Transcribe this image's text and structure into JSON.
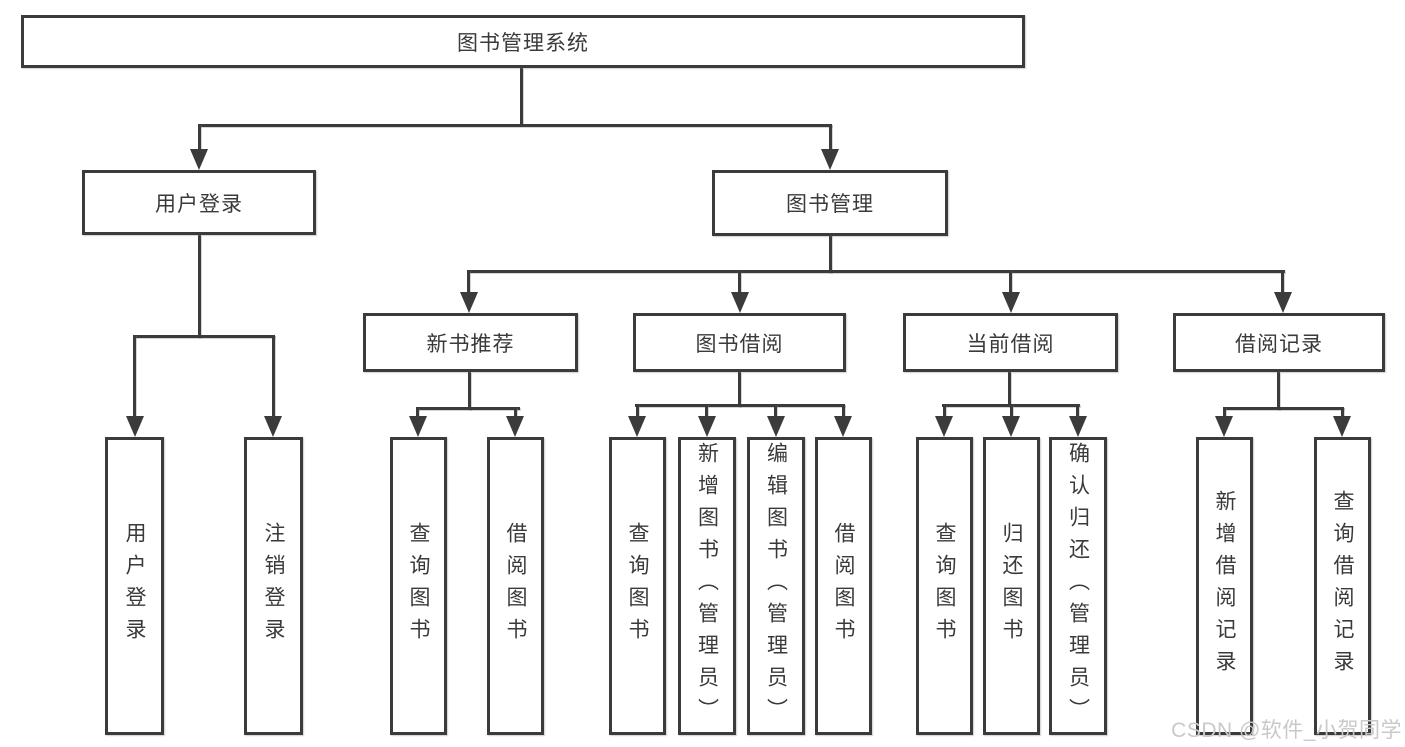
{
  "diagram": {
    "type": "tree",
    "tree": {
      "root": {
        "label": "图书管理系统"
      },
      "branches": [
        {
          "label": "用户登录",
          "children": [
            {
              "label": "用户登录"
            },
            {
              "label": "注销登录"
            }
          ]
        },
        {
          "label": "图书管理",
          "children": [
            {
              "label": "新书推荐",
              "children": [
                {
                  "label": "查询图书"
                },
                {
                  "label": "借阅图书"
                }
              ]
            },
            {
              "label": "图书借阅",
              "children": [
                {
                  "label": "查询图书"
                },
                {
                  "label": "新增图书（管理员）"
                },
                {
                  "label": "编辑图书（管理员）"
                },
                {
                  "label": "借阅图书"
                }
              ]
            },
            {
              "label": "当前借阅",
              "children": [
                {
                  "label": "查询图书"
                },
                {
                  "label": "归还图书"
                },
                {
                  "label": "确认归还（管理员）"
                }
              ]
            },
            {
              "label": "借阅记录",
              "children": [
                {
                  "label": "新增借阅记录"
                },
                {
                  "label": "查询借阅记录"
                }
              ]
            }
          ]
        }
      ]
    },
    "colors": {
      "line": "#3b3b3b",
      "box_border": "#3b3b3b",
      "text": "#3a3a3a",
      "background": "#ffffff",
      "watermark": "#c9c9c9"
    }
  },
  "watermark": {
    "text": "CSDN @软件_小贺同学"
  }
}
